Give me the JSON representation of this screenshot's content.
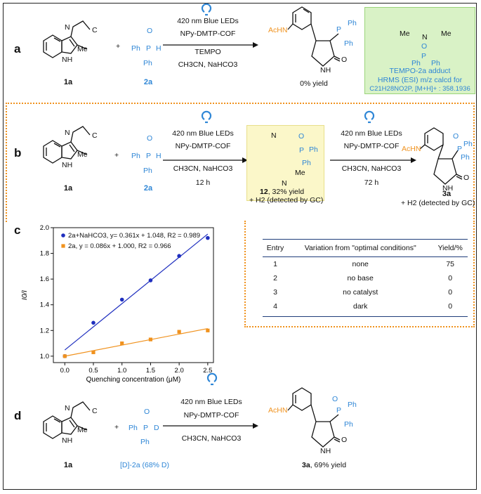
{
  "panels": {
    "a": {
      "letter": "a",
      "cond_line1": "420 nm Blue LEDs",
      "cond_line2": "NPy-DMTP-COF",
      "cond_line3": "TEMPO",
      "cond_line4": "CH3CN, NaHCO3",
      "reactant1_label": "1a",
      "reactant2_label": "2a",
      "plus": "+",
      "yield": "0% yield",
      "tempo_adduct_title": "TEMPO-2a adduct",
      "tempo_hrms": "HRMS (ESI) m/z calcd for",
      "tempo_formula": "C21H28NO2P, [M+H]+ : 358.1936"
    },
    "b": {
      "letter": "b",
      "step1_line1": "420 nm Blue LEDs",
      "step1_line2": "NPy-DMTP-COF",
      "step1_line3": "CH3CN, NaHCO3",
      "step1_time": "12 h",
      "step2_line1": "420 nm Blue LEDs",
      "step2_line2": "NPy-DMTP-COF",
      "step2_line3": "CH3CN, NaHCO3",
      "step2_time": "72 h",
      "reactant1_label": "1a",
      "reactant2_label": "2a",
      "intermediate_label": "12",
      "intermediate_yield": ", 32% yield",
      "intermediate_h2": "+ H2 (detected by GC)",
      "product_label": "3a",
      "product_h2": "+ H2 (detected by GC)"
    },
    "c": {
      "letter": "c"
    },
    "d": {
      "letter": "d",
      "cond_line1": "420 nm Blue LEDs",
      "cond_line2": "NPy-DMTP-COF",
      "cond_line3": "CH3CN, NaHCO3",
      "reactant1_label": "1a",
      "reactant2_label": "[D]-2a (68% D)",
      "product_label": "3a",
      "product_yield": ", 69% yield"
    }
  },
  "chem_text": {
    "ph": "Ph",
    "p": "P",
    "h": "H",
    "d": "D",
    "o": "O",
    "n": "N",
    "nh": "NH",
    "me": "Me",
    "achn": "AcHN",
    "c_minus": "C",
    "plus_sign": "+",
    "minus_sign": "−"
  },
  "table": {
    "headers": [
      "Entry",
      "Variation from \"optimal conditions\"",
      "Yield/%"
    ],
    "rows": [
      [
        "1",
        "none",
        "75"
      ],
      [
        "2",
        "no base",
        "0"
      ],
      [
        "3",
        "no catalyst",
        "0"
      ],
      [
        "4",
        "dark",
        "0"
      ]
    ]
  },
  "chart_data": {
    "type": "scatter",
    "xlabel": "Quenching concentration (μM)",
    "ylabel": "I0/I",
    "xlim": [
      -0.2,
      2.6
    ],
    "ylim": [
      0.95,
      2.0
    ],
    "x_ticks": [
      "0.0",
      "0.5",
      "1.0",
      "1.5",
      "2.0",
      "2.5"
    ],
    "y_ticks": [
      "1.0",
      "1.2",
      "1.4",
      "1.6",
      "1.8",
      "2.0"
    ],
    "series": [
      {
        "name": "2a+NaHCO3, y= 0.361x + 1.048, R2 = 0.989",
        "color": "#1f2fbf",
        "marker": "circle",
        "x": [
          0.0,
          0.5,
          1.0,
          1.5,
          2.0,
          2.5
        ],
        "y": [
          1.0,
          1.26,
          1.44,
          1.59,
          1.78,
          1.92
        ],
        "fit": [
          0.361,
          1.048
        ]
      },
      {
        "name": "2a, y = 0.086x + 1.000, R2 = 0.966",
        "color": "#f0921e",
        "marker": "square",
        "x": [
          0.0,
          0.5,
          1.0,
          1.5,
          2.0,
          2.5
        ],
        "y": [
          1.0,
          1.03,
          1.1,
          1.13,
          1.19,
          1.2
        ],
        "fit": [
          0.086,
          1.0
        ]
      }
    ]
  }
}
